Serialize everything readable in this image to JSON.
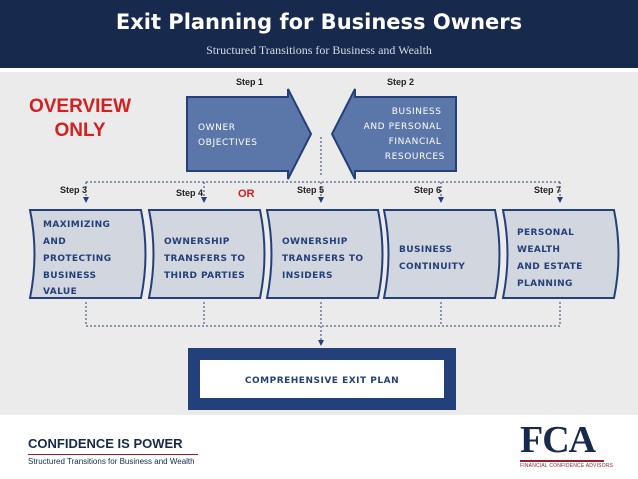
{
  "header": {
    "title": "Exit Planning for Business Owners",
    "subtitle": "Structured Transitions for Business and Wealth"
  },
  "overview_note": [
    "OVERVIEW",
    "ONLY"
  ],
  "or_label": "OR",
  "top_steps": [
    {
      "step": "Step 1",
      "lines": [
        "OWNER",
        "OBJECTIVES"
      ]
    },
    {
      "step": "Step 2",
      "lines": [
        "BUSINESS",
        "AND PERSONAL",
        "FINANCIAL",
        "RESOURCES"
      ]
    }
  ],
  "bottom_steps": [
    {
      "step": "Step 3",
      "lines": [
        "MAXIMIZING",
        "AND",
        "PROTECTING",
        "BUSINESS",
        "VALUE"
      ]
    },
    {
      "step": "Step 4",
      "lines": [
        "OWNERSHIP",
        "TRANSFERS TO",
        "THIRD PARTIES"
      ]
    },
    {
      "step": "Step 5",
      "lines": [
        "OWNERSHIP",
        "TRANSFERS TO",
        "INSIDERS"
      ]
    },
    {
      "step": "Step 6",
      "lines": [
        "BUSINESS",
        "CONTINUITY"
      ]
    },
    {
      "step": "Step 7",
      "lines": [
        "PERSONAL",
        "WEALTH",
        "AND ESTATE",
        "PLANNING"
      ]
    }
  ],
  "final_plan": "COMPREHENSIVE EXIT PLAN",
  "footer": {
    "slogan": "CONFIDENCE IS POWER",
    "tagline": "Structured Transitions for Business and Wealth"
  },
  "logo": {
    "mark": "FCA",
    "sub": "FINANCIAL CONFIDENCE ADVISORS"
  },
  "colors": {
    "navy": "#17294d",
    "panel_blue": "#5b76a8",
    "box_gray": "#d2d6de",
    "box_text": "#24407a",
    "accent_red": "#d42020",
    "maroon": "#9a1f2a"
  }
}
